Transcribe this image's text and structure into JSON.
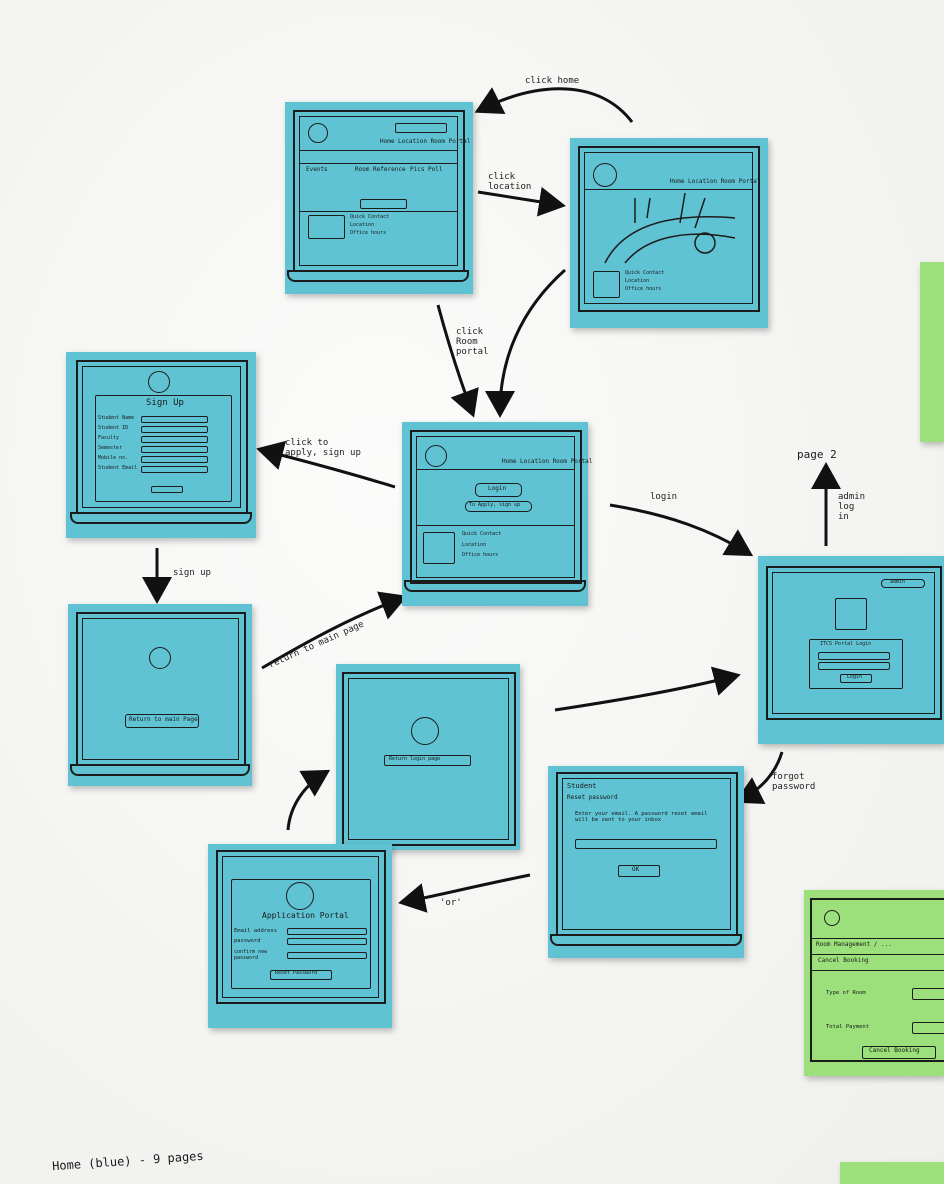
{
  "arrows": {
    "click_home": "click home",
    "click_location": "click location",
    "click_room_portal": "click Room portal",
    "click_to_apply": "click to apply, sign up",
    "login": "login",
    "sign_up": "sign up",
    "return_main": "return to main page",
    "admin_login": "admin log in",
    "forgot_password": "forgot password",
    "or": "'or'"
  },
  "notes": {
    "home": {
      "nav": "Home Location Room Portal",
      "col1": "Events",
      "col2": "Room Reference",
      "col3": "Pics Poll",
      "contact": [
        "Quick Contact",
        "Location",
        "Office hours"
      ]
    },
    "location": {
      "nav": "Home Location Room Portal",
      "contact": [
        "Quick Contact",
        "Location",
        "Office hours"
      ]
    },
    "signup": {
      "title": "Sign Up",
      "fields": [
        "Student Name",
        "Student ID",
        "Faculty",
        "Semester",
        "Mobile no.",
        "Student Email"
      ]
    },
    "portal": {
      "nav": "Home Location Room Portal",
      "login_btn": "Login",
      "apply_btn": "To Apply, sign up",
      "contact": [
        "Quick Contact",
        "Location",
        "Office hours"
      ]
    },
    "return_main": {
      "button": "Return to main Page"
    },
    "return_login": {
      "button": "Return login page"
    },
    "login": {
      "admin_btn": "admin",
      "title": "ITCS Portal Login",
      "login_btn": "Login"
    },
    "reset": {
      "role": "Student",
      "title": "Reset password",
      "message": "Enter your email. A password reset email will be sent to your inbox",
      "ok_btn": "OK"
    },
    "application": {
      "title": "Application Portal",
      "fields": [
        "Email address",
        "password",
        "confirm new password"
      ],
      "button": "Reset Password"
    },
    "green": {
      "breadcrumb": "Room Management / ...",
      "tab": "Cancel Booking",
      "row1": "Type of Room",
      "row2": "Total Payment",
      "button": "Cancel Booking"
    }
  },
  "texts": {
    "page2": "page 2",
    "footer": "Home (blue) - 9 pages"
  }
}
